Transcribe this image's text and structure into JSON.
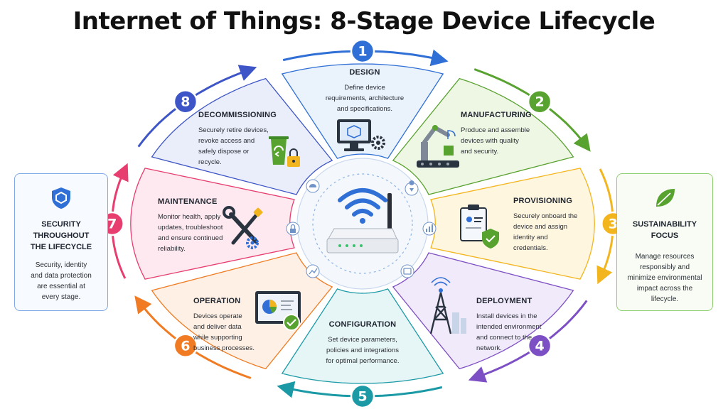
{
  "title": "Internet of Things: 8-Stage Device Lifecycle",
  "colors": {
    "blue": "#2f6fd6",
    "green": "#58a22f",
    "yellow": "#f3b51e",
    "purple": "#7d4fc4",
    "teal": "#1b9aa6",
    "orange": "#f07b22",
    "pink": "#e83d6f",
    "indigo": "#3d55c6"
  },
  "stages": [
    {
      "number": "1",
      "title": "DESIGN",
      "lines": [
        "Define device",
        "requirements, architecture",
        "and specifications."
      ],
      "icon": "monitor-cube-gear-icon"
    },
    {
      "number": "2",
      "title": "MANUFACTURING",
      "lines": [
        "Produce and assemble",
        "devices with quality",
        "and security."
      ],
      "icon": "robot-arm-factory-icon"
    },
    {
      "number": "3",
      "title": "PROVISIONING",
      "lines": [
        "Securely onboard the",
        "device and assign",
        "identity and",
        "credentials."
      ],
      "icon": "clipboard-shield-icon"
    },
    {
      "number": "4",
      "title": "DEPLOYMENT",
      "lines": [
        "Install devices in the",
        "intended environment",
        "and connect to the",
        "network."
      ],
      "icon": "cell-tower-icon"
    },
    {
      "number": "5",
      "title": "CONFIGURATION",
      "lines": [
        "Set device parameters,",
        "policies and integrations",
        "for optimal performance."
      ],
      "icon": "settings-icon"
    },
    {
      "number": "6",
      "title": "OPERATION",
      "lines": [
        "Devices operate",
        "and deliver data",
        "while supporting",
        "business processes."
      ],
      "icon": "dashboard-check-icon"
    },
    {
      "number": "7",
      "title": "MAINTENANCE",
      "lines": [
        "Monitor health, apply",
        "updates, troubleshoot",
        "and ensure continued",
        "reliability."
      ],
      "icon": "wrench-screwdriver-icon"
    },
    {
      "number": "8",
      "title": "DECOMMISSIONING",
      "lines": [
        "Securely retire devices,",
        "revoke access and",
        "safely dispose or",
        "recycle."
      ],
      "icon": "recycle-bin-lock-icon"
    }
  ],
  "security": {
    "title_lines": [
      "SECURITY",
      "THROUGHOUT",
      "THE LIFECYCLE"
    ],
    "lines": [
      "Security, identity",
      "and data protection",
      "are essential at",
      "every stage."
    ],
    "icon": "shield-icon"
  },
  "sustainability": {
    "title_lines": [
      "SUSTAINABILITY",
      "FOCUS"
    ],
    "lines": [
      "Manage resources",
      "responsibly and",
      "minimize environmental",
      "impact across the",
      "lifecycle."
    ],
    "icon": "leaf-icon"
  },
  "center": {
    "icon": "wifi-router-icon"
  }
}
